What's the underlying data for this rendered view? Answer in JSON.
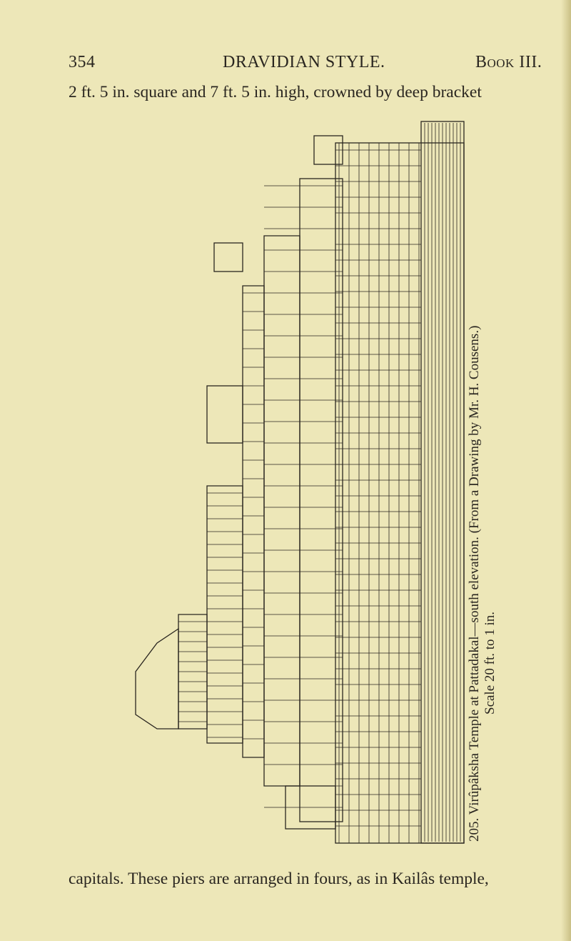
{
  "header": {
    "page_number": "354",
    "running_title": "DRAVIDIAN STYLE.",
    "book": "Book III."
  },
  "body_text": {
    "line_top": "2 ft. 5 in. square and 7 ft. 5 in. high, crowned by deep bracket",
    "line_bottom": "capitals. These piers are arranged in fours, as in Kailâs temple,"
  },
  "figure": {
    "caption": "205. Virûpâksha Temple at Pattadakal—south elevation. (From a Drawing by Mr. H. Cousens.)",
    "scale": "Scale 20 ft. to 1 in."
  },
  "colors": {
    "paper": "#ede7b8",
    "ink": "#2a2620"
  }
}
